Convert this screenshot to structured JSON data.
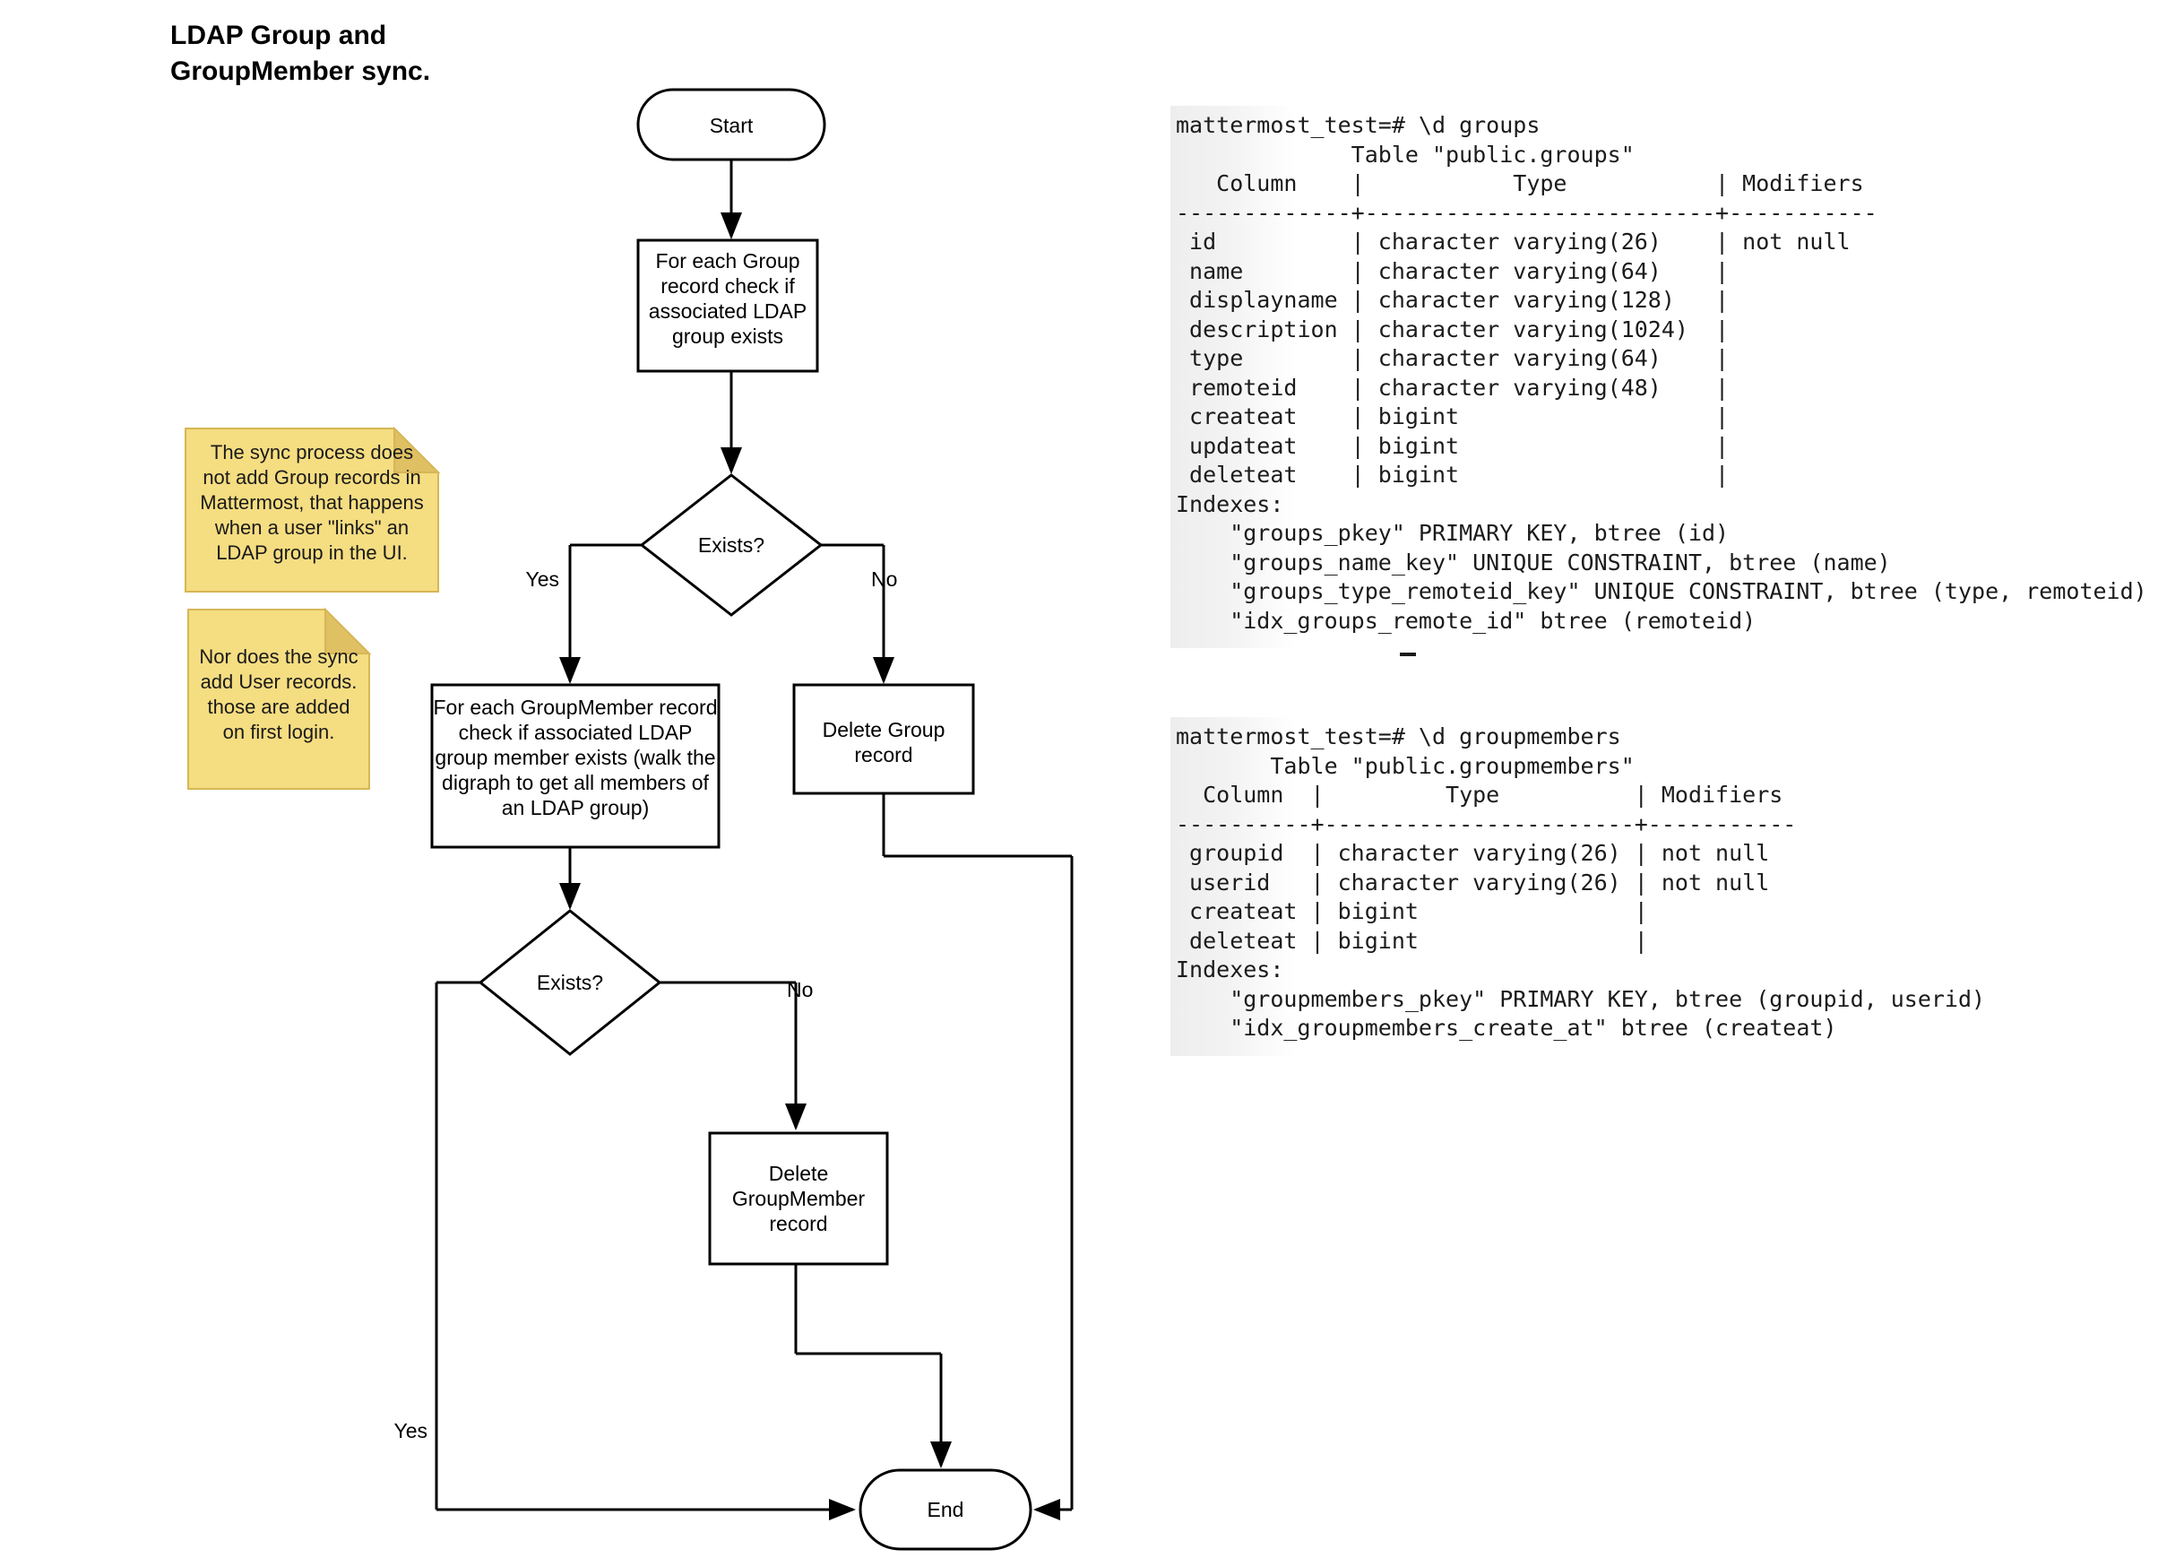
{
  "diagram": {
    "title": "LDAP Group and\nGroupMember sync.",
    "nodes": {
      "start": "Start",
      "check_group": "For each Group\nrecord check if\nassociated LDAP\ngroup exists",
      "decision_1": "Exists?",
      "check_groupmember": "For each GroupMember record\ncheck if associated LDAP\ngroup member exists (walk the\ndigraph to get all members of\nan LDAP group)",
      "delete_group": "Delete Group\nrecord",
      "decision_2": "Exists?",
      "delete_groupmember": "Delete\nGroupMember\nrecord",
      "end": "End"
    },
    "edge_labels": {
      "yes_1": "Yes",
      "no_1": "No",
      "no_2": "No",
      "yes_2": "Yes"
    },
    "notes": [
      {
        "id": "note-sync-group",
        "text": "The sync process does\nnot add Group records in\nMattermost, that happens\nwhen a user \"links\" an\nLDAP group in the UI."
      },
      {
        "id": "note-sync-user",
        "text": "Nor does the sync\nadd User records.\nthose are added\non first login."
      }
    ],
    "colors": {
      "note_fill": "#f5dd81",
      "note_border": "#d6b656",
      "shape_stroke": "#000000",
      "shape_fill": "#ffffff"
    }
  },
  "terminals": {
    "groups": {
      "prompt": "mattermost_test=# \\d groups",
      "lines": [
        "mattermost_test=# \\d groups",
        "             Table \"public.groups\"",
        "   Column    |           Type           | Modifiers ",
        "-------------+--------------------------+-----------",
        " id          | character varying(26)    | not null",
        " name        | character varying(64)    |",
        " displayname | character varying(128)   |",
        " description | character varying(1024)  |",
        " type        | character varying(64)    |",
        " remoteid    | character varying(48)    |",
        " createat    | bigint                   |",
        " updateat    | bigint                   |",
        " deleteat    | bigint                   |",
        "Indexes:",
        "    \"groups_pkey\" PRIMARY KEY, btree (id)",
        "    \"groups_name_key\" UNIQUE CONSTRAINT, btree (name)",
        "    \"groups_type_remoteid_key\" UNIQUE CONSTRAINT, btree (type, remoteid)",
        "    \"idx_groups_remote_id\" btree (remoteid)"
      ],
      "table_name": "public.groups",
      "columns": [
        {
          "column": "id",
          "type": "character varying(26)",
          "modifiers": "not null"
        },
        {
          "column": "name",
          "type": "character varying(64)",
          "modifiers": ""
        },
        {
          "column": "displayname",
          "type": "character varying(128)",
          "modifiers": ""
        },
        {
          "column": "description",
          "type": "character varying(1024)",
          "modifiers": ""
        },
        {
          "column": "type",
          "type": "character varying(64)",
          "modifiers": ""
        },
        {
          "column": "remoteid",
          "type": "character varying(48)",
          "modifiers": ""
        },
        {
          "column": "createat",
          "type": "bigint",
          "modifiers": ""
        },
        {
          "column": "updateat",
          "type": "bigint",
          "modifiers": ""
        },
        {
          "column": "deleteat",
          "type": "bigint",
          "modifiers": ""
        }
      ],
      "indexes": [
        "\"groups_pkey\" PRIMARY KEY, btree (id)",
        "\"groups_name_key\" UNIQUE CONSTRAINT, btree (name)",
        "\"groups_type_remoteid_key\" UNIQUE CONSTRAINT, btree (type, remoteid)",
        "\"idx_groups_remote_id\" btree (remoteid)"
      ]
    },
    "groupmembers": {
      "prompt": "mattermost_test=# \\d groupmembers",
      "lines": [
        "mattermost_test=# \\d groupmembers",
        "       Table \"public.groupmembers\"",
        "  Column  |         Type          | Modifiers ",
        "----------+-----------------------+-----------",
        " groupid  | character varying(26) | not null",
        " userid   | character varying(26) | not null",
        " createat | bigint                |",
        " deleteat | bigint                |",
        "Indexes:",
        "    \"groupmembers_pkey\" PRIMARY KEY, btree (groupid, userid)",
        "    \"idx_groupmembers_create_at\" btree (createat)"
      ],
      "table_name": "public.groupmembers",
      "columns": [
        {
          "column": "groupid",
          "type": "character varying(26)",
          "modifiers": "not null"
        },
        {
          "column": "userid",
          "type": "character varying(26)",
          "modifiers": "not null"
        },
        {
          "column": "createat",
          "type": "bigint",
          "modifiers": ""
        },
        {
          "column": "deleteat",
          "type": "bigint",
          "modifiers": ""
        }
      ],
      "indexes": [
        "\"groupmembers_pkey\" PRIMARY KEY, btree (groupid, userid)",
        "\"idx_groupmembers_create_at\" btree (createat)"
      ]
    }
  }
}
